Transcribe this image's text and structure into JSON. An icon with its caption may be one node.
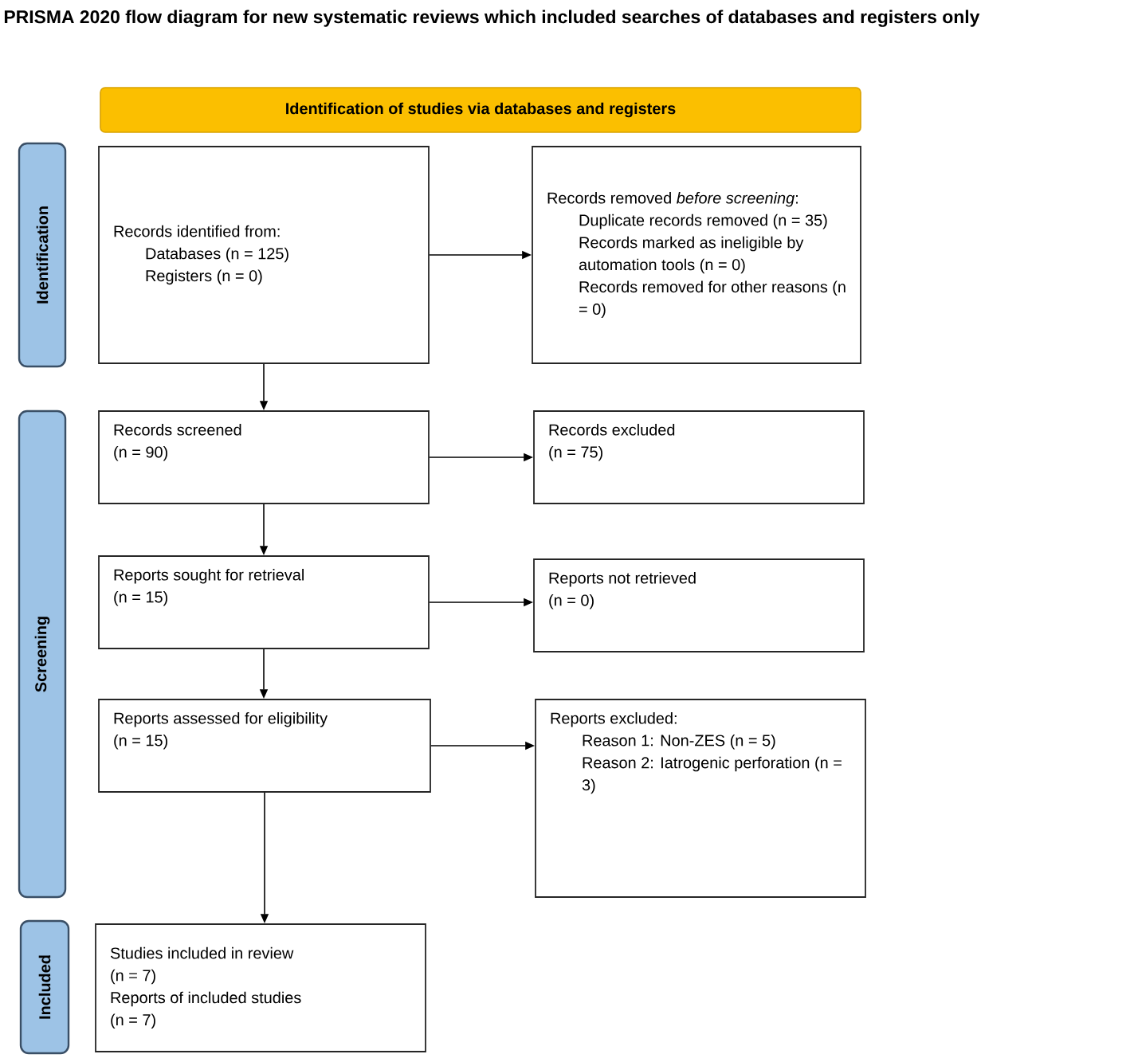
{
  "diagram": {
    "title": "PRISMA 2020 flow diagram for new systematic reviews which included searches of databases and registers only",
    "nodes": [
      {
        "text": [
          "Identification of studies via databases and registers"
        ]
      },
      {
        "text": [
          "Identification"
        ]
      },
      {
        "text": [
          "Screening"
        ]
      },
      {
        "text": [
          "Included"
        ]
      },
      {
        "text": [
          "Records identified from:",
          "Databases (n = 125)",
          "Registers (n = 0)"
        ]
      },
      {
        "text": [
          "Records removed *before screening*:",
          "Duplicate records removed (n = 35)",
          "Records marked as ineligible by automation tools (n = 0)",
          "Records removed for other reasons (n = 0)"
        ]
      },
      {
        "text": [
          "Records screened",
          "(n = 90)"
        ]
      },
      {
        "text": [
          "Records excluded",
          "(n = 75)"
        ]
      },
      {
        "text": [
          "Reports sought for retrieval",
          "(n = 15)"
        ]
      },
      {
        "text": [
          "Reports not retrieved",
          "(n = 0)"
        ]
      },
      {
        "text": [
          "Reports assessed for eligibility",
          "(n = 15)"
        ]
      },
      {
        "text": [
          "Reports excluded:",
          "Reason 1: Non-ZES (n = 5)",
          "Reason 2: Iatrogenic perforation (n = 3)"
        ]
      },
      {
        "text": [
          "Studies included in review",
          "(n = 7)",
          "Reports of included studies",
          "(n = 7)"
        ]
      }
    ],
    "edges": [
      {
        "from": 4,
        "to": 5,
        "arrow": "to"
      },
      {
        "from": 4,
        "to": 6,
        "arrow": "to"
      },
      {
        "from": 6,
        "to": 7,
        "arrow": "to"
      },
      {
        "from": 6,
        "to": 8,
        "arrow": "to"
      },
      {
        "from": 8,
        "to": 9,
        "arrow": "to"
      },
      {
        "from": 8,
        "to": 10,
        "arrow": "to"
      },
      {
        "from": 10,
        "to": 11,
        "arrow": "to"
      },
      {
        "from": 10,
        "to": 12,
        "arrow": "to"
      }
    ]
  }
}
